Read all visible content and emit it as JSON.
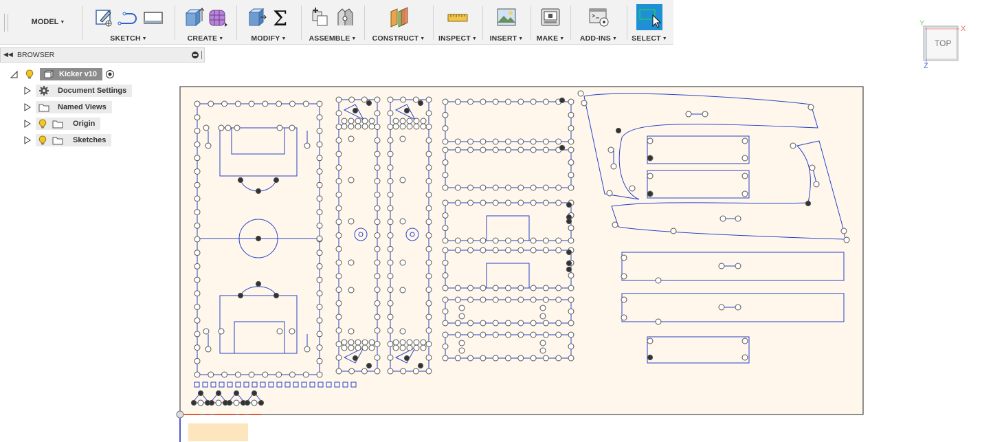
{
  "toolbar": {
    "workspace": "MODEL",
    "groups": [
      {
        "label": "SKETCH"
      },
      {
        "label": "CREATE"
      },
      {
        "label": "MODIFY"
      },
      {
        "label": "ASSEMBLE"
      },
      {
        "label": "CONSTRUCT"
      },
      {
        "label": "INSPECT"
      },
      {
        "label": "INSERT"
      },
      {
        "label": "MAKE"
      },
      {
        "label": "ADD-INS"
      },
      {
        "label": "SELECT"
      }
    ],
    "accent": "#1f8fd6"
  },
  "viewcube": {
    "face": "TOP",
    "axis_x": "X",
    "axis_y": "Y",
    "axis_z": "Z"
  },
  "browser": {
    "title": "BROWSER",
    "root": "Kicker v10",
    "items": [
      {
        "label": "Document Settings",
        "icon": "gear-icon"
      },
      {
        "label": "Named Views",
        "icon": "folder-icon"
      },
      {
        "label": "Origin",
        "icon": "folder-icon"
      },
      {
        "label": "Sketches",
        "icon": "folder-icon"
      }
    ]
  },
  "sketch": {
    "line_color": "#2742c9",
    "sheet_color": "#fff7ec",
    "point_color": "#333333"
  }
}
